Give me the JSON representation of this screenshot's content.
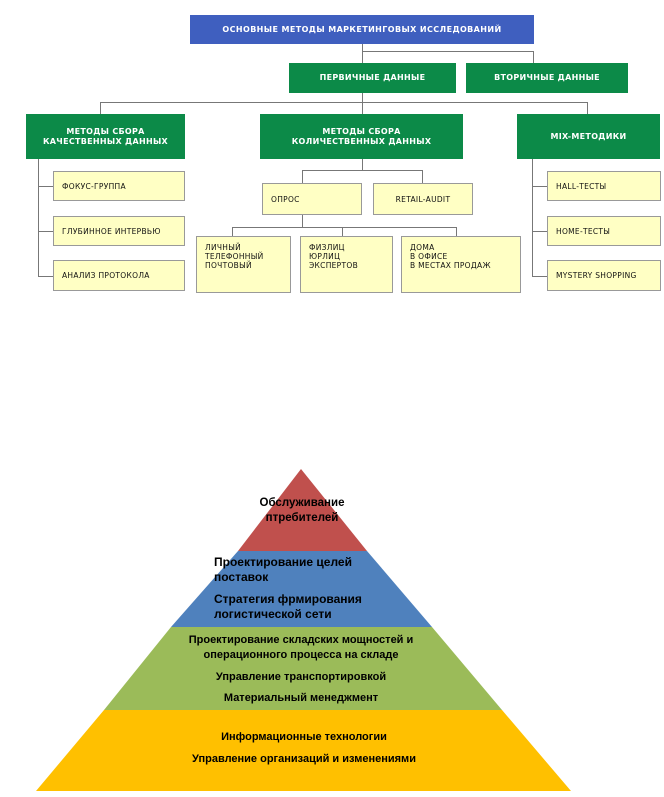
{
  "flowchart": {
    "root": "ОСНОВНЫЕ МЕТОДЫ МАРКЕТИНГОВЫХ ИССЛЕДОВАНИЙ",
    "primary": "ПЕРВИЧНЫЕ ДАННЫЕ",
    "secondary": "ВТОРИЧНЫЕ ДАННЫЕ",
    "qual_title": [
      "МЕТОДЫ СБОРА",
      "КАЧЕСТВЕННЫХ ДАННЫХ"
    ],
    "quant_title": [
      "МЕТОДЫ СБОРА",
      "КОЛИЧЕСТВЕННЫХ ДАННЫХ"
    ],
    "mix_title": "MIX-МЕТОДИКИ",
    "qual_items": [
      "ФОКУС-ГРУППА",
      "ГЛУБИННОЕ ИНТЕРВЬЮ",
      "АНАЛИЗ ПРОТОКОЛА"
    ],
    "survey": "ОПРОС",
    "retail": "RETAIL-AUDIT",
    "survey_types": [
      "ЛИЧНЫЙ",
      "ТЕЛЕФОННЫЙ",
      "ПОЧТОВЫЙ"
    ],
    "respondents": [
      "ФИЗЛИЦ",
      "ЮРЛИЦ",
      "ЭКСПЕРТОВ"
    ],
    "places": [
      "ДОМА",
      "В ОФИСЕ",
      "В МЕСТАХ ПРОДАЖ"
    ],
    "mix_items": [
      "HALL-ТЕСТЫ",
      "HOME-ТЕСТЫ",
      "MYSTERY SHOPPING"
    ]
  },
  "pyramid": {
    "colors": {
      "top": "#c0504d",
      "level2": "#4f81bd",
      "level3": "#9bbb59",
      "base": "#ffc000"
    },
    "top": [
      "Обслуживание",
      "птребителей"
    ],
    "level2": [
      [
        "Проектирование целей",
        "поставок"
      ],
      [
        "Стратегия фрмирования",
        "логистической сети"
      ]
    ],
    "level3": [
      [
        "Проектирование складских мощностей и",
        "операционного процесса на складе"
      ],
      [
        "Управление транспортировкой"
      ],
      [
        "Материальный менеджмент"
      ]
    ],
    "base": [
      [
        "Информационные технологии"
      ],
      [
        "Управление организаций и изменениями"
      ]
    ]
  }
}
